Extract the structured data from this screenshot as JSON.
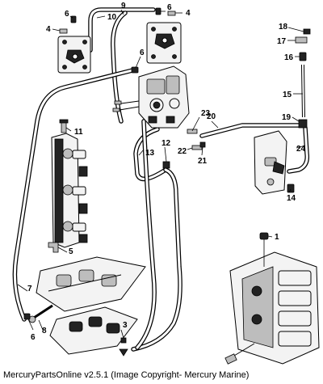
{
  "callouts": [
    {
      "id": "1",
      "label": "1"
    },
    {
      "id": "3",
      "label": "3"
    },
    {
      "id": "4a",
      "label": "4"
    },
    {
      "id": "4b",
      "label": "4"
    },
    {
      "id": "5",
      "label": "5"
    },
    {
      "id": "6a",
      "label": "6"
    },
    {
      "id": "6b",
      "label": "6"
    },
    {
      "id": "6c",
      "label": "6"
    },
    {
      "id": "6d",
      "label": "6"
    },
    {
      "id": "7",
      "label": "7"
    },
    {
      "id": "8",
      "label": "8"
    },
    {
      "id": "9",
      "label": "9"
    },
    {
      "id": "10",
      "label": "10"
    },
    {
      "id": "11",
      "label": "11"
    },
    {
      "id": "12",
      "label": "12"
    },
    {
      "id": "13",
      "label": "13"
    },
    {
      "id": "14",
      "label": "14"
    },
    {
      "id": "15",
      "label": "15"
    },
    {
      "id": "16",
      "label": "16"
    },
    {
      "id": "17",
      "label": "17"
    },
    {
      "id": "18",
      "label": "18"
    },
    {
      "id": "19",
      "label": "19"
    },
    {
      "id": "20",
      "label": "20"
    },
    {
      "id": "21",
      "label": "21"
    },
    {
      "id": "22",
      "label": "22"
    },
    {
      "id": "23",
      "label": "23"
    },
    {
      "id": "24",
      "label": "24"
    }
  ],
  "footer": "MercuryPartsOnline v2.5.1 (Image Copyright- Mercury Marine)"
}
